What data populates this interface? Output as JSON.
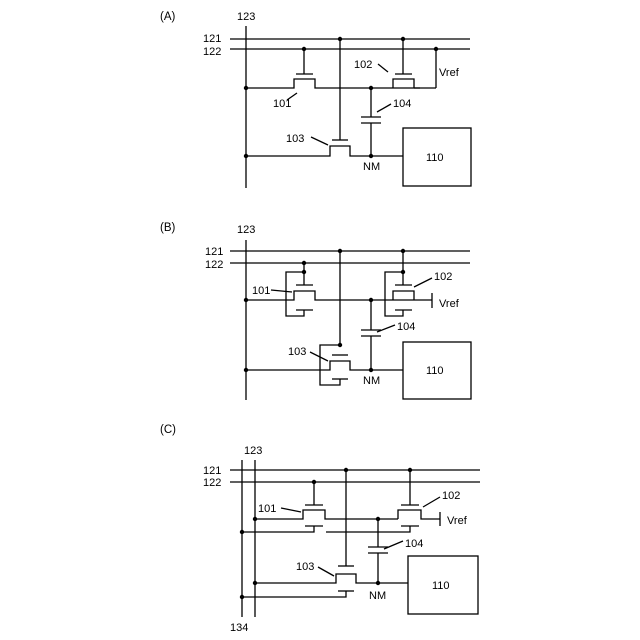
{
  "panels": [
    {
      "label": "(A)",
      "wires": {
        "row1": "121",
        "row2": "122",
        "column": "123"
      },
      "transistors": [
        "101",
        "102",
        "103"
      ],
      "capacitor": "104",
      "node": "NM",
      "reference": "Vref",
      "block": "110"
    },
    {
      "label": "(B)",
      "wires": {
        "row1": "121",
        "row2": "122",
        "column": "123"
      },
      "transistors": [
        "101",
        "102",
        "103"
      ],
      "capacitor": "104",
      "node": "NM",
      "reference": "Vref",
      "block": "110"
    },
    {
      "label": "(C)",
      "wires": {
        "row1": "121",
        "row2": "122",
        "column": "123",
        "column2": "134"
      },
      "transistors": [
        "101",
        "102",
        "103"
      ],
      "capacitor": "104",
      "node": "NM",
      "reference": "Vref",
      "block": "110"
    }
  ]
}
